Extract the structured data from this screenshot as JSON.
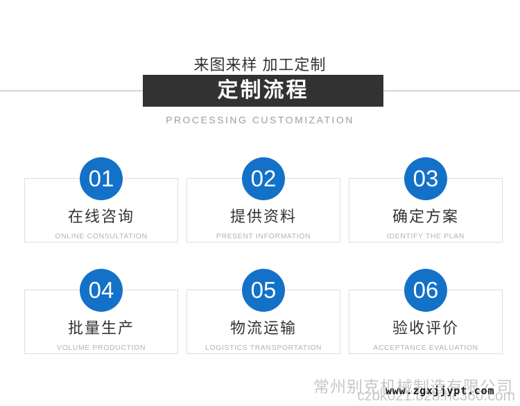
{
  "header": {
    "tagline": "来图来样 加工定制",
    "banner_title": "定制流程",
    "subtitle": "PROCESSING CUSTOMIZATION"
  },
  "steps": [
    {
      "number": "01",
      "title": "在线咨询",
      "subtitle": "ONLINE CONSULTATION"
    },
    {
      "number": "02",
      "title": "提供资料",
      "subtitle": "PRESENT INFORMATION"
    },
    {
      "number": "03",
      "title": "确定方案",
      "subtitle": "IDENTIFY THE PLAN"
    },
    {
      "number": "04",
      "title": "批量生产",
      "subtitle": "VOLUME PRODUCTION"
    },
    {
      "number": "05",
      "title": "物流运输",
      "subtitle": "LOGISTICS TRANSPORTATION"
    },
    {
      "number": "06",
      "title": "验收评价",
      "subtitle": "ACCEPTANCE EVALUATION"
    }
  ],
  "watermark": {
    "company": "常州别克机械制造有限公司",
    "portal_url": "czbk021.b2b.hc360.com",
    "overlay_url": "www.zgxjjypt.com"
  },
  "colors": {
    "accent_blue": "#1371c8",
    "banner_dark": "#323232",
    "divider_gray": "#d4d4d4",
    "card_border": "#dddddd",
    "muted_text": "#b3b3b3",
    "watermark_gray": "#c6c6c6"
  }
}
